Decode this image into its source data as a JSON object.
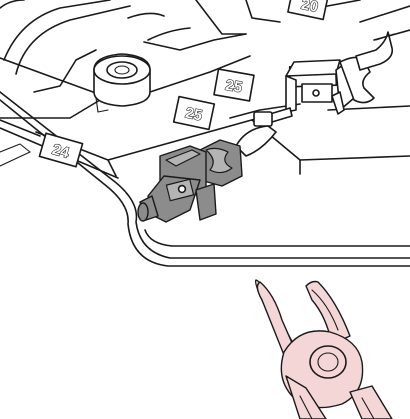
{
  "callouts": {
    "label_24": "24",
    "label_25a": "25",
    "label_25b": "25",
    "label_partial": "20"
  }
}
